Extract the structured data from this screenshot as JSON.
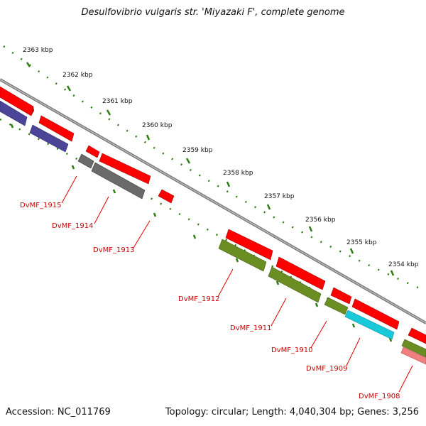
{
  "title": "Desulfovibrio vulgaris str. 'Miyazaki F', complete genome",
  "accession": "Accession: NC_011769",
  "summary": "Topology: circular; Length: 4,040,304 bp; Genes: 3,256",
  "scale_labels": [
    "2363 kbp",
    "2362 kbp",
    "2361 kbp",
    "2360 kbp",
    "2359 kbp",
    "2358 kbp",
    "2357 kbp",
    "2356 kbp",
    "2355 kbp",
    "2354 kbp"
  ],
  "gene_labels": [
    "DvMF_1915",
    "DvMF_1914",
    "DvMF_1913",
    "DvMF_1912",
    "DvMF_1911",
    "DvMF_1910",
    "DvMF_1909",
    "DvMF_1908"
  ],
  "colors": {
    "cds": "#ff0000",
    "gene_label": "#cc0000",
    "backbone": "#888888",
    "scale": "#2e7d12",
    "purple": "#4b4598",
    "grey": "#666666",
    "olive": "#6b8e23",
    "cyan": "#17c9d9",
    "pink": "#f08080"
  }
}
